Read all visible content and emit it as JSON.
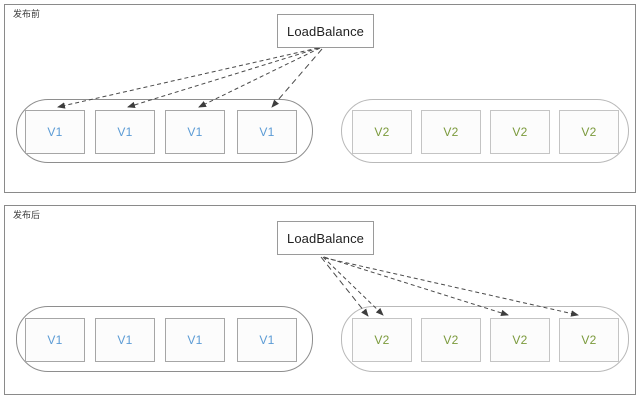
{
  "diagram": {
    "title": "Blue-Green Deployment LoadBalance Diagram",
    "colors": {
      "v1_text": "#5b9bd5",
      "v2_text": "#7b9a3c",
      "panel_border": "#8a8a8a",
      "group_blue_border": "#8e8e8e",
      "group_green_border": "#b9b9b9",
      "node_border_v1": "#a6a6a6",
      "node_border_v2": "#c4c4c4",
      "arrow": "#4a4a4a",
      "background": "#ffffff"
    }
  },
  "panels": [
    {
      "id": "before",
      "label": "发布前",
      "loadbalancer": {
        "label": "LoadBalance"
      },
      "groups": [
        {
          "id": "v1-top",
          "version": "V1",
          "active": true,
          "nodes": [
            {
              "label": "V1"
            },
            {
              "label": "V1"
            },
            {
              "label": "V1"
            },
            {
              "label": "V1"
            }
          ]
        },
        {
          "id": "v2-top",
          "version": "V2",
          "active": false,
          "nodes": [
            {
              "label": "V2"
            },
            {
              "label": "V2"
            },
            {
              "label": "V2"
            },
            {
              "label": "V2"
            }
          ]
        }
      ]
    },
    {
      "id": "after",
      "label": "发布后",
      "loadbalancer": {
        "label": "LoadBalance"
      },
      "groups": [
        {
          "id": "v1-bottom",
          "version": "V1",
          "active": false,
          "nodes": [
            {
              "label": "V1"
            },
            {
              "label": "V1"
            },
            {
              "label": "V1"
            },
            {
              "label": "V1"
            }
          ]
        },
        {
          "id": "v2-bottom",
          "version": "V2",
          "active": true,
          "nodes": [
            {
              "label": "V2"
            },
            {
              "label": "V2"
            },
            {
              "label": "V2"
            },
            {
              "label": "V2"
            }
          ]
        }
      ]
    }
  ]
}
